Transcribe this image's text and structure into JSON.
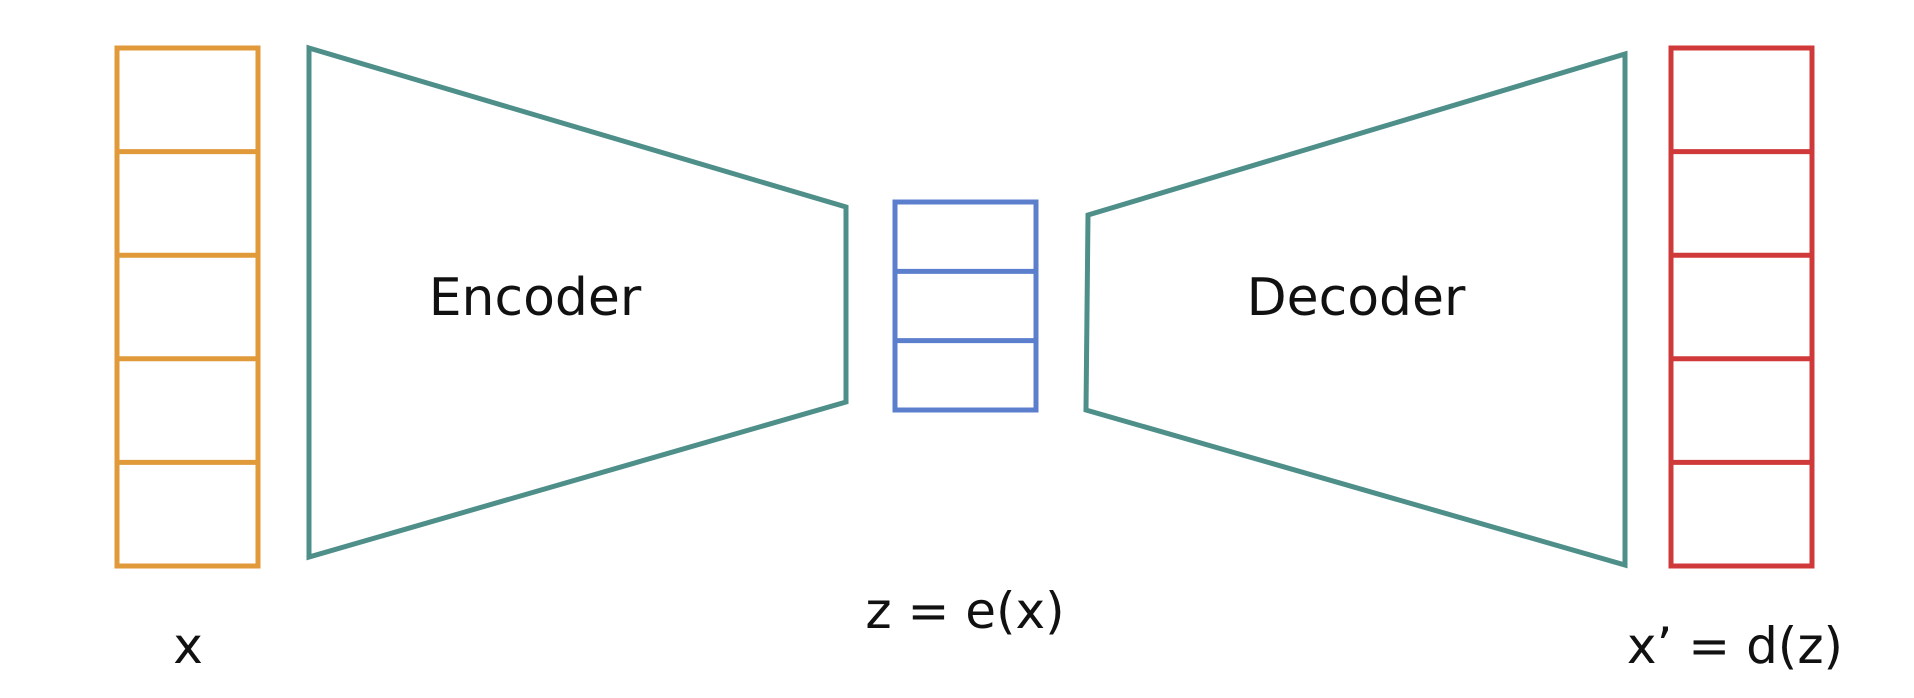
{
  "diagram": {
    "input": {
      "label": "x",
      "cells": 5,
      "color": "#E09A3A"
    },
    "encoder": {
      "label": "Encoder",
      "color": "#4E8F8A"
    },
    "latent": {
      "label": "z = e(x)",
      "cells": 3,
      "color": "#5B7FCC"
    },
    "decoder": {
      "label": "Decoder",
      "color": "#4E8F8A"
    },
    "output": {
      "label": "x’ = d(z)",
      "cells": 5,
      "color": "#D0393A"
    }
  }
}
